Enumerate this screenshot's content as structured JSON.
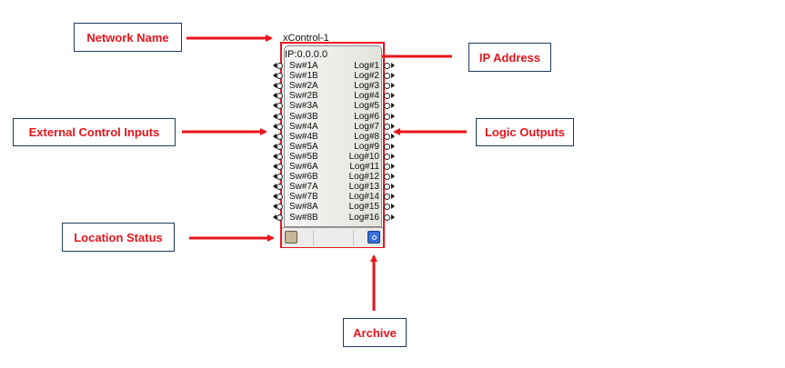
{
  "callouts": {
    "network_name": "Network Name",
    "ip_address": "IP Address",
    "external_control_inputs": "External Control Inputs",
    "logic_outputs": "Logic Outputs",
    "location_status": "Location Status",
    "archive": "Archive"
  },
  "block": {
    "title": "xControl-1",
    "ip": "IP:0.0.0.0",
    "inputs": [
      "Sw#1A",
      "Sw#1B",
      "Sw#2A",
      "Sw#2B",
      "Sw#3A",
      "Sw#3B",
      "Sw#4A",
      "Sw#4B",
      "Sw#5A",
      "Sw#5B",
      "Sw#6A",
      "Sw#6B",
      "Sw#7A",
      "Sw#7B",
      "Sw#8A",
      "Sw#8B"
    ],
    "outputs": [
      "Log#1",
      "Log#2",
      "Log#3",
      "Log#4",
      "Log#5",
      "Log#6",
      "Log#7",
      "Log#8",
      "Log#9",
      "Log#10",
      "Log#11",
      "Log#12",
      "Log#13",
      "Log#14",
      "Log#15",
      "Log#16"
    ]
  },
  "colors": {
    "accent_red": "#e8141b",
    "callout_border": "#1f3a5f",
    "archive_icon": "#3a6fd8"
  },
  "icons": {
    "location": "location-status-icon",
    "archive": "archive-icon"
  }
}
